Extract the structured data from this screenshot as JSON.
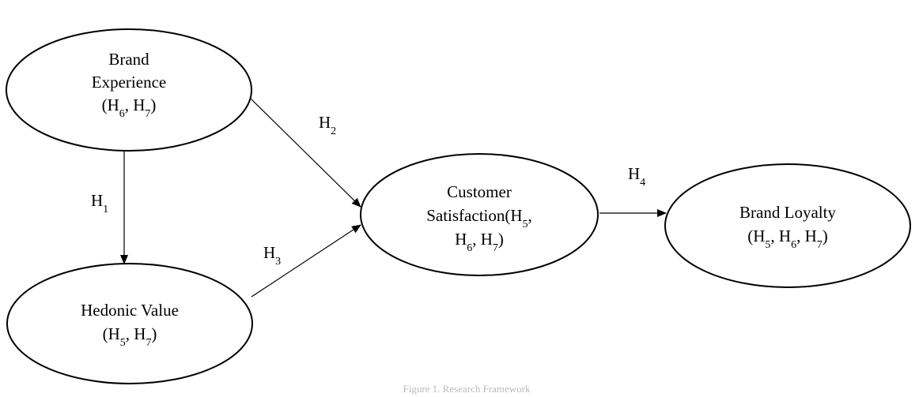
{
  "nodes": {
    "brand_experience": {
      "lines": [
        [
          {
            "t": "Brand"
          }
        ],
        [
          {
            "t": "Experience"
          }
        ],
        [
          {
            "t": "(H"
          },
          {
            "t": "6",
            "sub": true
          },
          {
            "t": ", H"
          },
          {
            "t": "7",
            "sub": true
          },
          {
            "t": ")"
          }
        ]
      ]
    },
    "hedonic_value": {
      "lines": [
        [
          {
            "t": "Hedonic Value"
          }
        ],
        [
          {
            "t": "(H"
          },
          {
            "t": "5",
            "sub": true
          },
          {
            "t": ", H"
          },
          {
            "t": "7",
            "sub": true
          },
          {
            "t": ")"
          }
        ]
      ]
    },
    "customer_satisfaction": {
      "lines": [
        [
          {
            "t": "Customer"
          }
        ],
        [
          {
            "t": "Satisfaction(H"
          },
          {
            "t": "5",
            "sub": true
          },
          {
            "t": ","
          }
        ],
        [
          {
            "t": "H"
          },
          {
            "t": "6",
            "sub": true
          },
          {
            "t": ", H"
          },
          {
            "t": "7",
            "sub": true
          },
          {
            "t": ")"
          }
        ]
      ]
    },
    "brand_loyalty": {
      "lines": [
        [
          {
            "t": "Brand Loyalty"
          }
        ],
        [
          {
            "t": "(H"
          },
          {
            "t": "5",
            "sub": true
          },
          {
            "t": ", H"
          },
          {
            "t": "6",
            "sub": true
          },
          {
            "t": ", H"
          },
          {
            "t": "7",
            "sub": true
          },
          {
            "t": ")"
          }
        ]
      ]
    }
  },
  "edges": {
    "h1": {
      "from": "brand_experience",
      "to": "hedonic_value",
      "label": [
        {
          "t": "H"
        },
        {
          "t": "1",
          "sub": true
        }
      ]
    },
    "h2": {
      "from": "brand_experience",
      "to": "customer_satisfaction",
      "label": [
        {
          "t": "H"
        },
        {
          "t": "2",
          "sub": true
        }
      ]
    },
    "h3": {
      "from": "hedonic_value",
      "to": "customer_satisfaction",
      "label": [
        {
          "t": "H"
        },
        {
          "t": "3",
          "sub": true
        }
      ]
    },
    "h4": {
      "from": "customer_satisfaction",
      "to": "brand_loyalty",
      "label": [
        {
          "t": "H"
        },
        {
          "t": "4",
          "sub": true
        }
      ]
    }
  },
  "caption": "Figure 1. Research Framework"
}
